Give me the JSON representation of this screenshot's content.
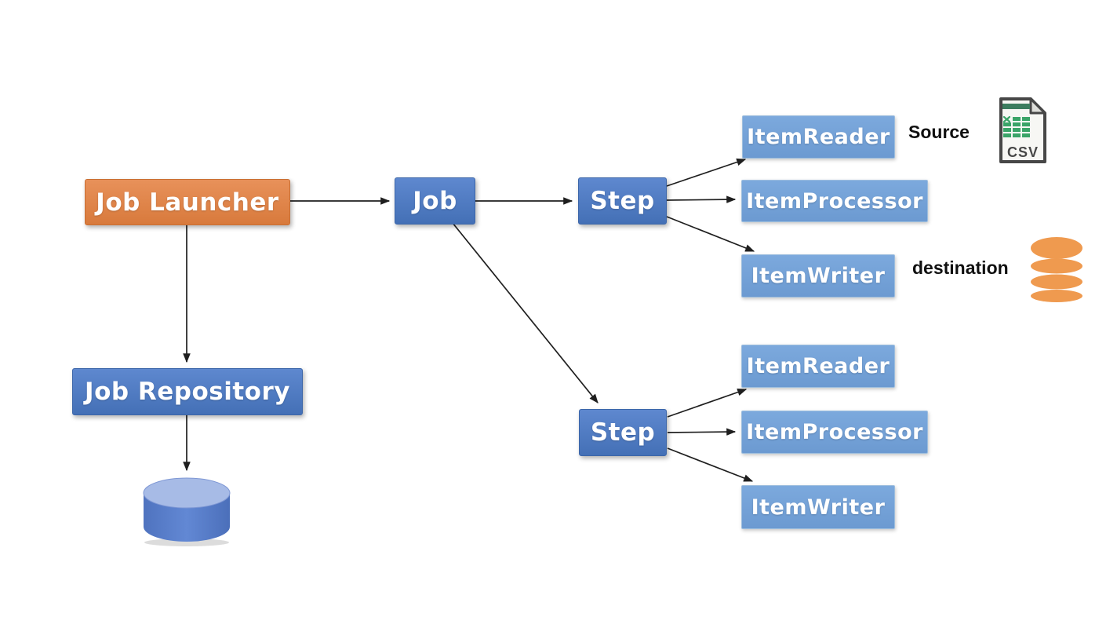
{
  "diagram": {
    "title_hint": "Spring Batch job architecture flow",
    "nodes": {
      "job_launcher": {
        "label": "Job Launcher"
      },
      "job": {
        "label": "Job"
      },
      "step_top": {
        "label": "Step"
      },
      "item_reader_top": {
        "label": "ItemReader"
      },
      "item_processor_top": {
        "label": "ItemProcessor"
      },
      "item_writer_top": {
        "label": "ItemWriter"
      },
      "job_repository": {
        "label": "Job Repository"
      },
      "step_bottom": {
        "label": "Step"
      },
      "item_reader_bottom": {
        "label": "ItemReader"
      },
      "item_processor_bottom": {
        "label": "ItemProcessor"
      },
      "item_writer_bottom": {
        "label": "ItemWriter"
      }
    },
    "annotations": {
      "source_label": "Source",
      "destination_label": "destination",
      "csv_icon_label": "CSV"
    },
    "icons": {
      "csv_file": "spreadsheet document icon with green header bar and CSV caption",
      "destination_database": "orange stacked-disc database icon",
      "repository_database": "blue cylinder database shape"
    },
    "edges": [
      {
        "from": "job-launcher",
        "to": "job"
      },
      {
        "from": "job-launcher",
        "to": "job-repository"
      },
      {
        "from": "job-repository",
        "to": "repository-database"
      },
      {
        "from": "job",
        "to": "step-1"
      },
      {
        "from": "job",
        "to": "step-2"
      },
      {
        "from": "step-1",
        "to": "item-reader-1"
      },
      {
        "from": "step-1",
        "to": "item-processor-1"
      },
      {
        "from": "step-1",
        "to": "item-writer-1"
      },
      {
        "from": "step-2",
        "to": "item-reader-2"
      },
      {
        "from": "step-2",
        "to": "item-processor-2"
      },
      {
        "from": "step-2",
        "to": "item-writer-2"
      }
    ],
    "colors": {
      "launcher_orange": "#dd8145",
      "node_blue": "#4a76bc",
      "item_blue": "#74a1d6",
      "cylinder_body_blue": "#5b7fce",
      "cylinder_top_blue": "#a7bbe6",
      "db_icon_orange": "#ef9a4f",
      "csv_green": "#2f7d55",
      "arrow_black": "#1f1f1f",
      "background": "#ffffff"
    }
  }
}
